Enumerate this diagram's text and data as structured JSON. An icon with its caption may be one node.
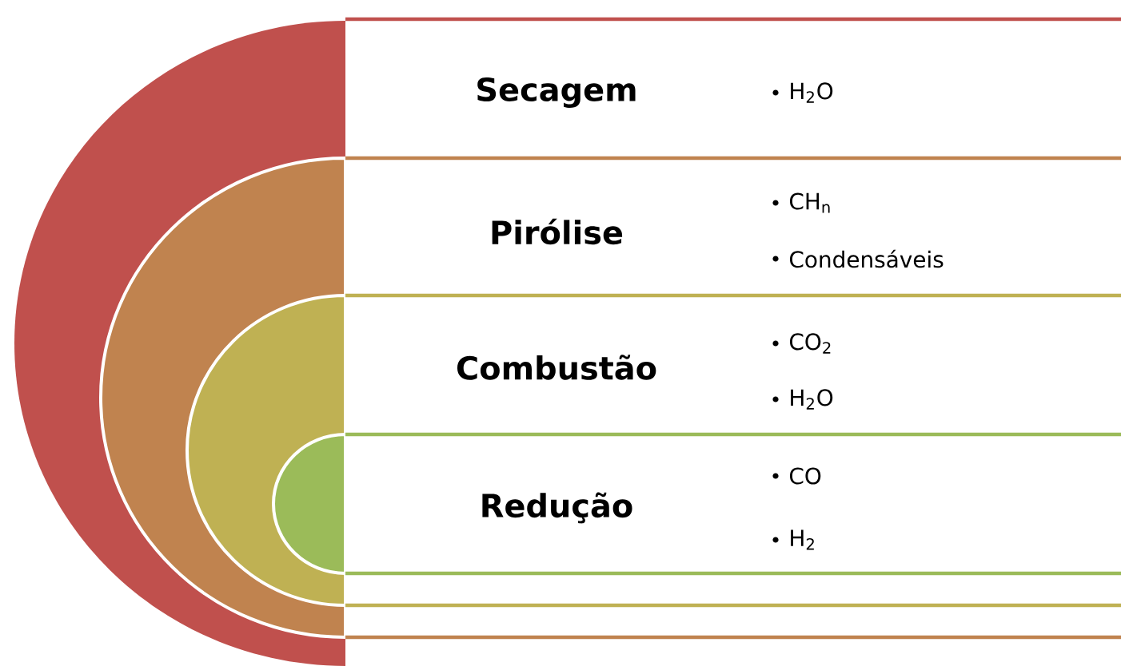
{
  "diagram": {
    "nodes": [
      {
        "text": [
          "Secagem",
          "H$_{2}$O"
        ]
      },
      {
        "text": [
          "Pirólise",
          "CH$_{n}$",
          "Condensáveis"
        ],
        "in": 0
      },
      {
        "text": [
          "Combustão",
          "CO$_{2}$",
          "H$_{2}$O"
        ],
        "in": 1
      },
      {
        "text": [
          "Redução",
          "CO",
          "H$_{2}$"
        ],
        "in": 2
      }
    ]
  }
}
